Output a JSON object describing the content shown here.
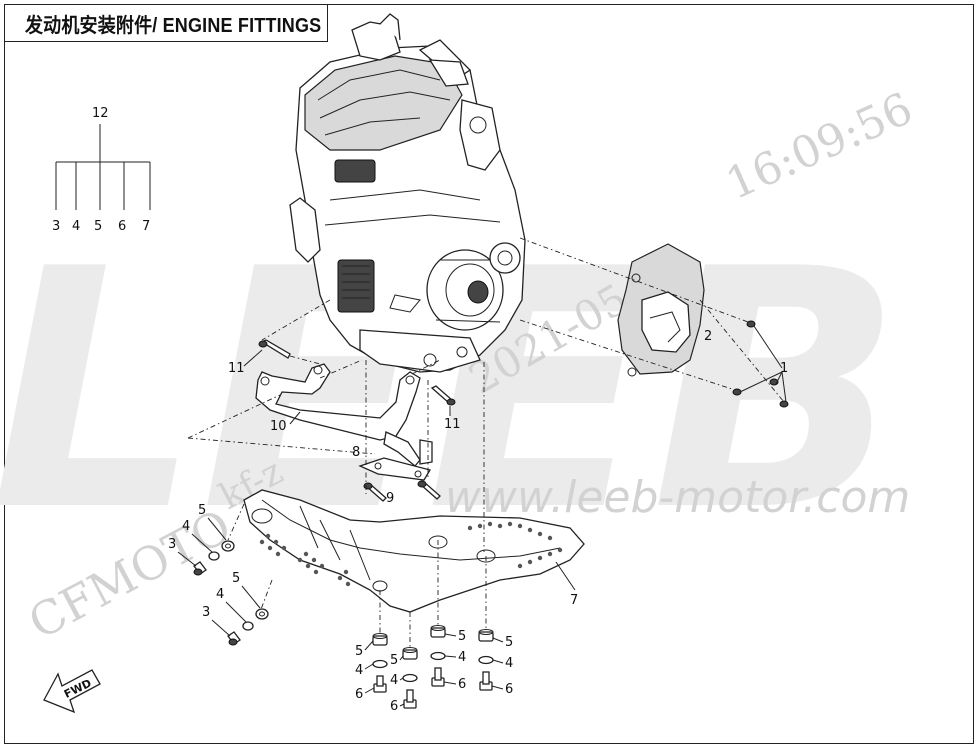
{
  "title": "发动机安装附件/ ENGINE FITTINGS",
  "watermark": {
    "logo": "LEEB",
    "brand": "CFMOTO",
    "url": "www.leeb-motor.com",
    "date": "2021-05-13",
    "time": "16:09:56",
    "user": "kf-z"
  },
  "direction_label": "FWD",
  "group": {
    "label": "12",
    "members": [
      "3",
      "4",
      "5",
      "6",
      "7"
    ]
  },
  "callouts": {
    "c1": "1",
    "c2": "2",
    "c7": "7",
    "c8": "8",
    "c9": "9",
    "c10": "10",
    "c11a": "11",
    "c11b": "11",
    "l3a": "3",
    "l4a": "4",
    "l5a": "5",
    "l3b": "3",
    "l4b": "4",
    "l5b": "5",
    "b5a": "5",
    "b4a": "4",
    "b6a": "6",
    "b5b": "5",
    "b4b": "4",
    "b6b": "6",
    "b5c": "5",
    "b4c": "4",
    "b6c": "6",
    "b5d": "5",
    "b4d": "4",
    "b6d": "6"
  },
  "colors": {
    "line": "#222222",
    "watermark_light": "#ebebeb",
    "watermark_text": "#d2d2d2"
  }
}
